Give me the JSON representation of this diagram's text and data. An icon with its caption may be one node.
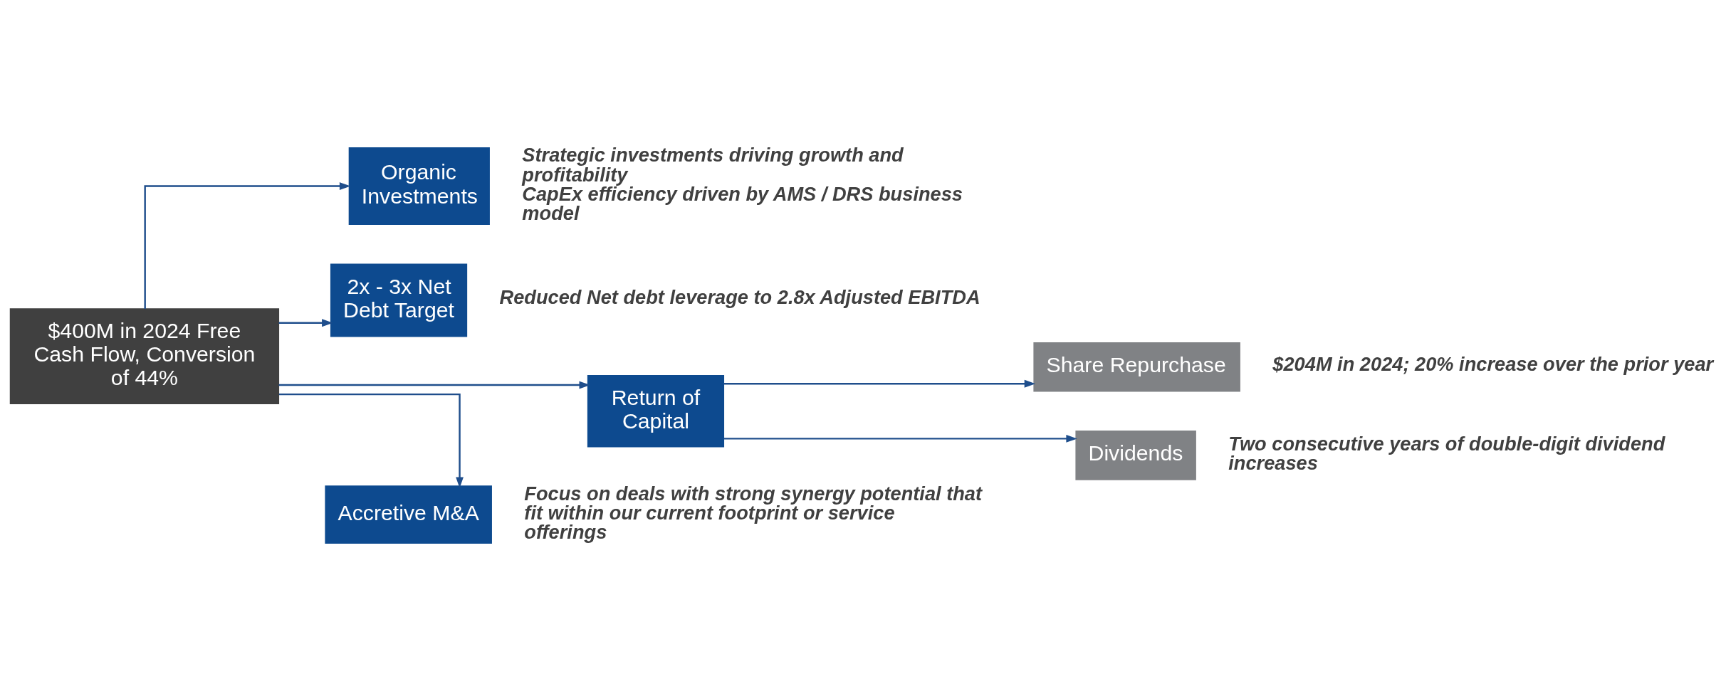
{
  "diagram": {
    "nodes": [
      {
        "text": [
          "$400M in 2024 Free Cash Flow, Conversion of 44%"
        ]
      },
      {
        "text": [
          "Organic Investments"
        ],
        "beside": [
          "Strategic investments driving growth and profitability",
          "CapEx efficiency driven by AMS / DRS business model"
        ]
      },
      {
        "text": [
          "2x - 3x Net Debt Target"
        ],
        "beside": [
          "Reduced Net debt leverage to 2.8x Adjusted EBITDA"
        ]
      },
      {
        "text": [
          "Return of Capital"
        ]
      },
      {
        "text": [
          "Accretive M&A"
        ],
        "beside": [
          "Focus on deals with strong synergy potential that fit within our current footprint or service offerings"
        ]
      },
      {
        "text": [
          "Share Repurchase"
        ],
        "beside": [
          "$204M in 2024; 20% increase over the prior year"
        ]
      },
      {
        "text": [
          "Dividends"
        ],
        "beside": [
          "Two consecutive years of double-digit dividend increases"
        ]
      }
    ],
    "edges": [
      {
        "from": 0,
        "to": 1,
        "arrow": "to"
      },
      {
        "from": 0,
        "to": 2,
        "arrow": "to"
      },
      {
        "from": 0,
        "to": 3,
        "arrow": "to"
      },
      {
        "from": 0,
        "to": 4,
        "arrow": "to"
      },
      {
        "from": 3,
        "to": 5,
        "arrow": "to"
      },
      {
        "from": 3,
        "to": 6,
        "arrow": "to"
      }
    ]
  }
}
